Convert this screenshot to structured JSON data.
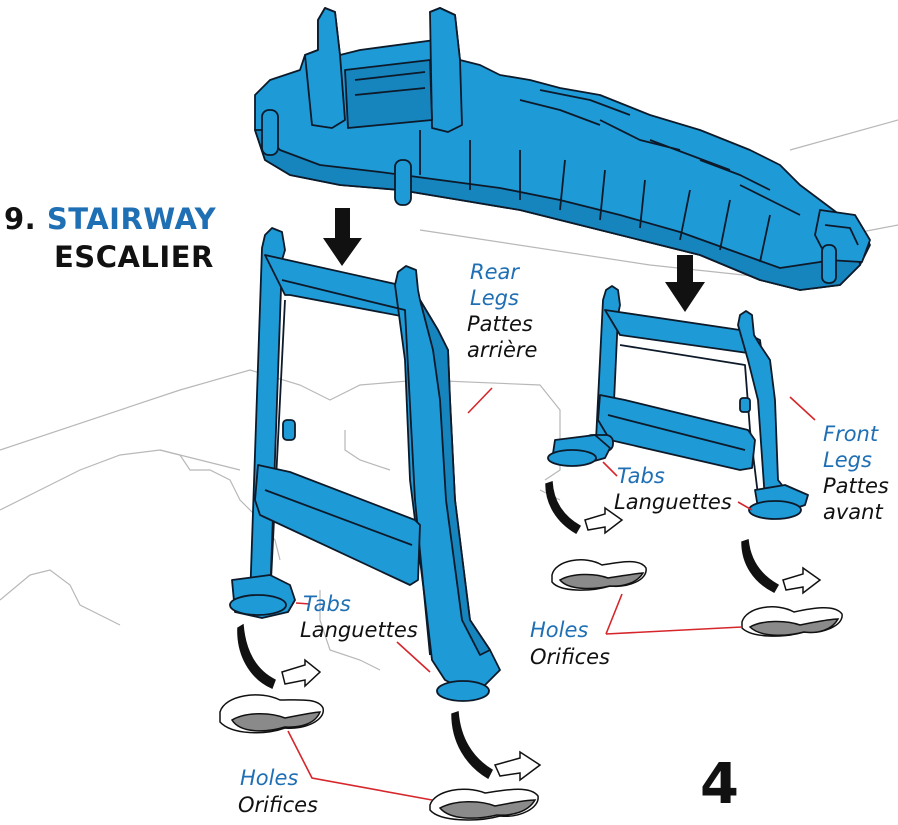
{
  "step": {
    "number": "9.",
    "title_en": "STAIRWAY",
    "title_fr": "ESCALIER"
  },
  "labels": {
    "rear_legs_en_1": "Rear",
    "rear_legs_en_2": "Legs",
    "rear_legs_fr_1": "Pattes",
    "rear_legs_fr_2": "arrière",
    "front_legs_en_1": "Front",
    "front_legs_en_2": "Legs",
    "front_legs_fr_1": "Pattes",
    "front_legs_fr_2": "avant",
    "tabs_en": "Tabs",
    "tabs_fr": "Languettes",
    "holes_en": "Holes",
    "holes_fr": "Orifices"
  },
  "page_number": "4",
  "colors": {
    "part_blue": "#1e9ad6",
    "outline": "#0d1a2a",
    "label_blue": "#1f6fb4",
    "leader_red": "#d6262b",
    "hole_gray": "#8a8a8a"
  }
}
